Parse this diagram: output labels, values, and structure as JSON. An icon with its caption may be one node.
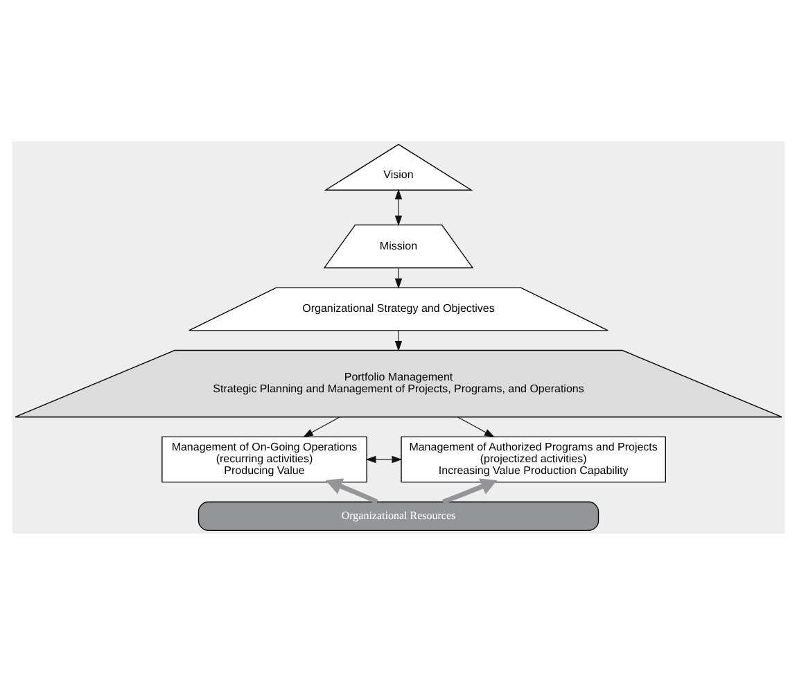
{
  "diagram": {
    "nodes": [
      {
        "text": [
          "Vision"
        ]
      },
      {
        "text": [
          "Mission"
        ]
      },
      {
        "text": [
          "Organizational Strategy and Objectives"
        ]
      },
      {
        "text": [
          "Portfolio Management",
          "Strategic Planning and Management of Projects, Programs, and Operations"
        ]
      },
      {
        "text": [
          "Management of On-Going Operations",
          "(recurring activities)",
          "Producing Value"
        ]
      },
      {
        "text": [
          "Management of Authorized Programs and Projects",
          "(projectized activities)",
          "Increasing Value Production Capability"
        ]
      },
      {
        "text": [
          "Organizational Resources"
        ]
      }
    ],
    "edges": [
      {
        "from": 0,
        "to": 1,
        "arrow": "both"
      },
      {
        "from": 1,
        "to": 2,
        "arrow": "to"
      },
      {
        "from": 2,
        "to": 3,
        "arrow": "to"
      },
      {
        "from": 3,
        "to": 4,
        "arrow": "to"
      },
      {
        "from": 3,
        "to": 5,
        "arrow": "to"
      },
      {
        "from": 4,
        "to": 5,
        "arrow": "both"
      },
      {
        "from": 6,
        "to": 4,
        "arrow": "to",
        "style": "thick",
        "color": "#939598"
      },
      {
        "from": 6,
        "to": 5,
        "arrow": "to",
        "style": "thick",
        "color": "#939598"
      }
    ]
  }
}
